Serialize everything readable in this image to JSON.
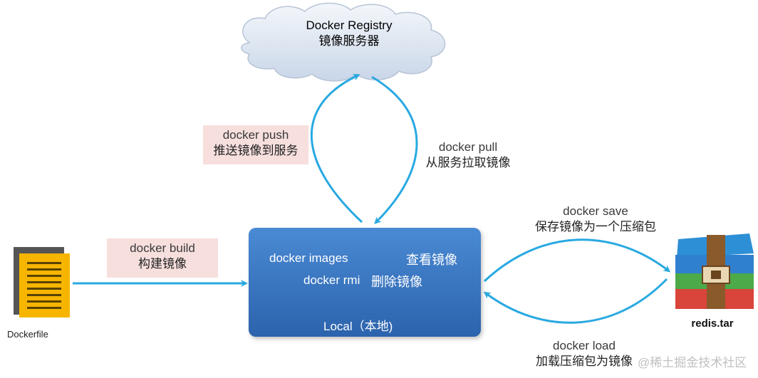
{
  "registry": {
    "title": "Docker Registry",
    "subtitle": "镜像服务器"
  },
  "push": {
    "command": "docker push",
    "desc": "推送镜像到服务"
  },
  "pull": {
    "command": "docker pull",
    "desc": "从服务拉取镜像"
  },
  "build": {
    "command": "docker build",
    "desc": "构建镜像"
  },
  "local": {
    "images_cmd": "docker images",
    "images_desc": "查看镜像",
    "rmi_cmd": "docker rmi",
    "rmi_desc": "删除镜像",
    "label": "Local（本地)"
  },
  "save": {
    "command": "docker save",
    "desc": "保存镜像为一个压缩包"
  },
  "load": {
    "command": "docker load",
    "desc": "加载压缩包为镜像"
  },
  "dockerfile_label": "Dockerfile",
  "archive_label": "redis.tar",
  "watermark": "@稀土掘金技术社区",
  "colors": {
    "arrow": "#29a9e1",
    "box": "#3a78c6",
    "note": "#f6dfdd",
    "file": "#f7b500"
  }
}
